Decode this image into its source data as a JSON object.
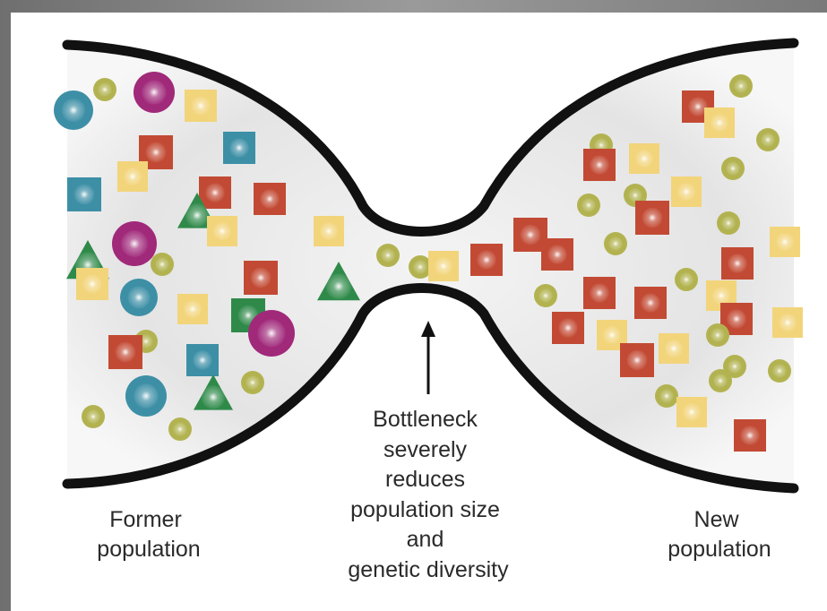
{
  "labels": {
    "former": [
      "Former",
      "population"
    ],
    "bottleneck": [
      "Bottleneck",
      "severely",
      "reduces",
      "population size",
      "and",
      "genetic diversity"
    ],
    "new": [
      "New",
      "population"
    ]
  },
  "colors": {
    "outline": "#111111",
    "shade": "#dcdcdc",
    "teal": "#3d8fa6",
    "magenta": "#a0297a",
    "green": "#2f8a4a",
    "red": "#c24a34",
    "cream": "#f2d47a",
    "olive": "#b2b350"
  },
  "legend_shapes": [
    "circle-icon",
    "square-icon",
    "triangle-icon"
  ]
}
